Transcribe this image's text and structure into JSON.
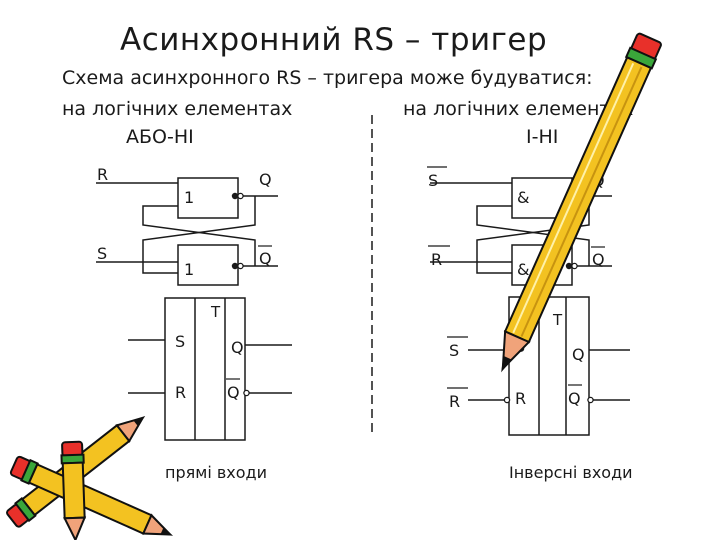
{
  "title": "Асинхронний RS – тригер",
  "intro": "Схема асинхронного RS – тригера може будуватися:",
  "left": {
    "heading_1": "на логічних елементах",
    "heading_2": "АБО-НІ",
    "gate_symbol": "1",
    "input_top": "R",
    "input_bottom": "S",
    "output_top": "Q",
    "output_bottom": "Q",
    "block": {
      "letter": "T",
      "in_top": "S",
      "in_bottom": "R",
      "out_top": "Q",
      "out_bottom": "Q"
    },
    "caption": "прямі входи"
  },
  "right": {
    "heading_1": "на логічних елементах",
    "heading_2": "І-НІ",
    "gate_symbol": "&",
    "input_top": "S",
    "input_bottom": "R",
    "output_top": "Q",
    "output_bottom": "Q",
    "block": {
      "letter": "T",
      "ext_top": "S",
      "ext_bottom": "R",
      "in_top": "S",
      "in_bottom": "R",
      "out_top": "Q",
      "out_bottom": "Q"
    },
    "caption": "Інверсні входи"
  },
  "colors": {
    "line": "#1a1a1a",
    "pencil_body": "#f3c221",
    "pencil_tip": "#f0a37a",
    "pencil_lead": "#111111",
    "pencil_band": "#3aa63a",
    "pencil_eraser": "#e8302a"
  },
  "icons": [
    "pencil-icon",
    "pencils-icon"
  ]
}
